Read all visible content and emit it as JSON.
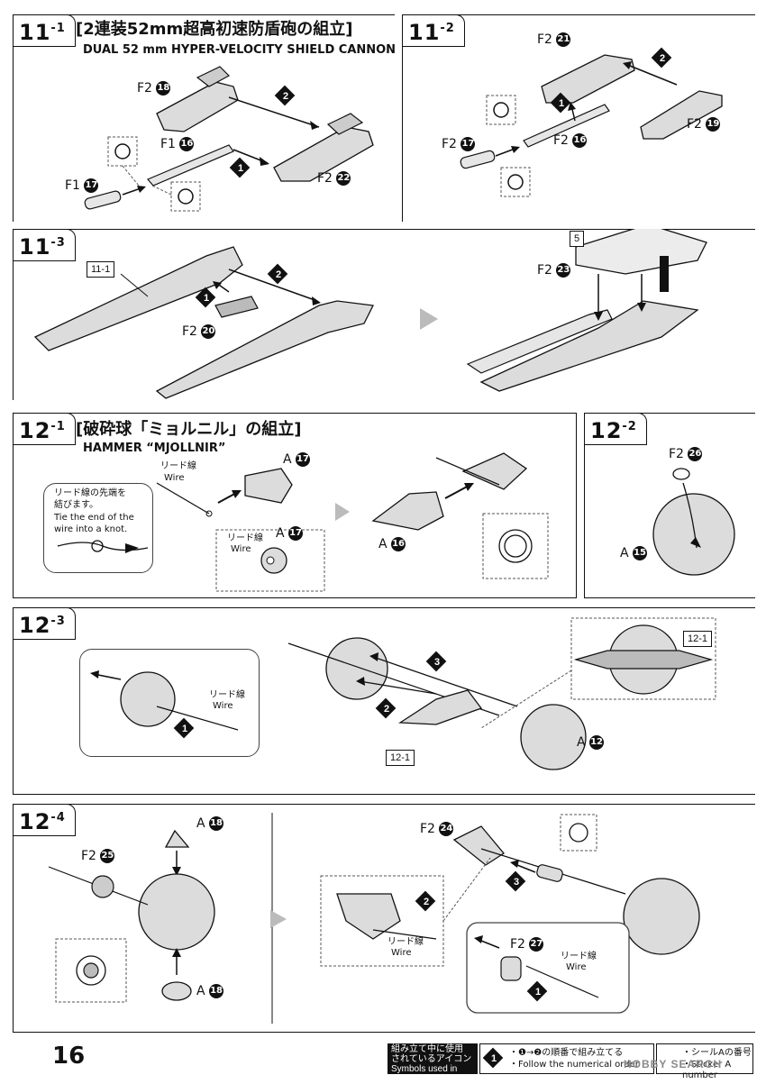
{
  "steps": {
    "s11_1": {
      "tag": "11",
      "sub": "-1",
      "title_jp": "[2連装52mm超高初速防盾砲の組立]",
      "title_en": "DUAL 52 mm HYPER-VELOCITY SHIELD CANNON",
      "parts": [
        "F2",
        "F2",
        "F1",
        "F1"
      ],
      "nums": [
        "18",
        "22",
        "16",
        "17"
      ],
      "order": [
        "2",
        "1"
      ]
    },
    "s11_2": {
      "tag": "11",
      "sub": "-2",
      "parts": [
        "F2",
        "F2",
        "F2",
        "F2"
      ],
      "nums": [
        "21",
        "19",
        "17",
        "16"
      ],
      "order": [
        "2",
        "1"
      ]
    },
    "s11_3": {
      "tag": "11",
      "sub": "-3",
      "ref": "11-1",
      "parts": [
        "F2",
        "F2"
      ],
      "nums": [
        "20",
        "23"
      ],
      "order": [
        "2",
        "1"
      ],
      "sticker": "5"
    },
    "s12_1": {
      "tag": "12",
      "sub": "-1",
      "title_jp": "[破砕球「ミョルニル」の組立]",
      "title_en": "HAMMER “MJOLLNIR”",
      "wire_jp": "リード線",
      "wire_en": "Wire",
      "knot_jp1": "リード線の先端を",
      "knot_jp2": "結びます。",
      "knot_en1": "Tie the end of the",
      "knot_en2": "wire into a knot.",
      "parts": [
        "A",
        "A",
        "A"
      ],
      "nums": [
        "17",
        "17",
        "16"
      ]
    },
    "s12_2": {
      "tag": "12",
      "sub": "-2",
      "parts": [
        "F2",
        "A"
      ],
      "nums": [
        "26",
        "15"
      ]
    },
    "s12_3": {
      "tag": "12",
      "sub": "-3",
      "wire_jp": "リード線",
      "wire_en": "Wire",
      "ref1": "12-1",
      "ref2": "12-1",
      "parts": [
        "A"
      ],
      "nums": [
        "12"
      ],
      "order": [
        "3",
        "2",
        "1"
      ]
    },
    "s12_4": {
      "tag": "12",
      "sub": "-4",
      "parts": [
        "A",
        "A",
        "F2",
        "F2",
        "F2"
      ],
      "nums": [
        "18",
        "18",
        "25",
        "24",
        "27"
      ],
      "wire_jp": "リード線",
      "wire_en": "Wire",
      "wire2_jp": "リード線",
      "wire2_en": "Wire",
      "order": [
        "2",
        "3",
        "1"
      ]
    }
  },
  "footer": {
    "page": "16",
    "legend_jp1": "組み立て中に使用",
    "legend_jp2": "されているアイコン",
    "legend_en": "Symbols used in instructions",
    "order_num": "1",
    "order_jp": "・❶→❷の順番で組み立てる",
    "order_en": "・Follow the numerical order",
    "seal_jp": "・シールAの番号",
    "seal_en": "・Sticker A number",
    "watermark": "HOBBY SEARCH"
  },
  "colors": {
    "ink": "#111111",
    "part_fill": "#dcdcdc",
    "part_shadow": "#9a9a9a",
    "arrow_grey": "#bbbbbb"
  }
}
